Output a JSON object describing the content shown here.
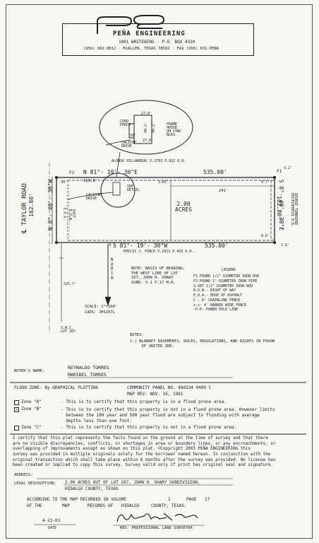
{
  "header": {
    "company": "PEÑA ENGINEERING",
    "address": "1001 WHITEWING · P.O. BOX 4320",
    "contact": "(956) 682-8812 · McALLEN, TEXAS 78502 · FAX (956) 631-PENA"
  },
  "detail": {
    "cvrd_porch": "CVRD\nPORCH",
    "frame_house": "FRAME\nHOUSE\nON CONC\nBLKS.",
    "caliche_drive": "CALICHE\nDRIVE",
    "dim_top": "27.8'",
    "dim_bottom": "27.8'",
    "dim_left": "40.2'",
    "dim_right": "40.2'",
    "dim_porch": "18'"
  },
  "plat": {
    "north_adjoiner": "ALONSO VILLARREAL V.1763 P.912 O.R.",
    "north_bearing": "N 81°- 19'- 30\"E",
    "north_distance": "535.00'",
    "south_bearing": "S 81°- 19'- 30\"W",
    "south_distance": "535.00'",
    "south_adjoiner": "PHYLIS J. FINCH V.2911 P.433 O.R.",
    "west_road": "℄ TAYLOR ROAD",
    "west_distance": "162.80'",
    "west_bearing": "N 8°- 40'- 30\"W",
    "east_bearing": "S 8°- 40'- 30\"E",
    "east_distance": "162.80'",
    "east_adjoiner": "GEORGE TOWNSEND\nDOC#1080521 O.R.",
    "area": "2.00\nACRES",
    "dim_241": "241'",
    "dim_118": "118.8'",
    "dim_30": "30'",
    "f2": "F2",
    "f1": "F1",
    "s_mark": "S",
    "see_detail": "SEE\nDETAIL",
    "caliche_drive": "CALICHE\nDRIVE",
    "eoa": "E.O.A.",
    "row": "EAST\nR.O.W.",
    "dim_385": "3.85'",
    "dim_07": "0.7'",
    "dim_32": "3.2'",
    "dim_06": "0.6'",
    "dim_16": "1.6'",
    "dim_3257": "325.7'",
    "swc": "S.W.C.\nLOT 207",
    "north": "N\nO\nR\nT\nH",
    "scale": "SCALE: 1\"=100'",
    "cads": "CADS: JHS207L"
  },
  "basis_note": "NOTE: BASIS OF BEARING,\nTHE WEST LINE OF LOT\n207, JOHN H. SHARY\nSUBD. V.1 P.17 M.R.",
  "legend": {
    "title": "LEGEND",
    "items": [
      "F1-FOUND 1/2\" DIAMETER IRON ROD",
      "F2-FOUND 1\" DIAMETER IRON PIPE",
      "S-SET 1/2\" DIAMETER IRON ROD",
      "R.O.W.- RIGHT OF WAY",
      "E.O.A.- EDGE OF ASPHALT",
      "C - 6' CHAINLINK FENCE",
      "x-x- 4' BARBED WIRE FENCE",
      "-P-P- POWER POLE LINE"
    ]
  },
  "notes": {
    "title": "NOTES:",
    "items": [
      "1.) BLANKET EASEMENTS, RULES, REGULATIONS, AND RIGHTS IN FAVOR\n     OF UNITED IRR."
    ]
  },
  "buyer": {
    "label": "BUYER'S NAME:",
    "name1": "REYNALDO TORRES",
    "name2": "MARIBEL TORRES"
  },
  "flood": {
    "label": "FLOOD ZONE: By GRAPHICAL PLOTTING",
    "panel": "COMMUNITY PANEL NO. 480334 0400 C",
    "map_rev": "MAP REV: NOV. 16, 1981",
    "zones": [
      {
        "label": "Zone \"A\"",
        "checked": "",
        "text": "- This is to certify that this property is in a flood prone area."
      },
      {
        "label": "Zone \"B\"",
        "checked": "✕",
        "text": "- This is to certify that this property is not in a flood prone area. However limits\n  between the 100 year and 500 year flood are subject to flooding with average\n  depths less than one foot."
      },
      {
        "label": "Zone \"C\"",
        "checked": "",
        "text": "- This is to certify that this property is not in a flood prone area."
      }
    ]
  },
  "certification": "I certify that this plat represents the facts found on the ground at the time of survey and that there\nare no visible discrepancies, conflicts, or shortages in area or boundary lines, or any encroachments, or\noverlapping of improvements except as shown on this plat. ©Copyright 2003 PEÑA ENGINEERING this\nsurvey was provided in multiple originals solely for the borrower named hereon. In conjunction with the\noriginal transaction which shall take place within 6 months after the survey was provided. No license has\nbeen created or implied to copy this survey. Survey valid only if print has original seal and signature.",
  "address_label": "ADDRESS:",
  "legal": {
    "label": "LEGAL DESCRIPTION:",
    "line1": "2.00 ACRES OUT OF LOT 207, JOHN H. SHARY SUBDIVISION,",
    "line2": "HIDALGO COUNTY, TEXAS"
  },
  "map_record": {
    "pre": "ACCORDING TO THE MAP RECORDED IN VOLUME",
    "volume": "1",
    "page_label": "PAGE",
    "page": "17",
    "of_the": "OF THE",
    "map": "MAP",
    "records_of": "RECORDS OF",
    "county": "HIDALGO",
    "post": "COUNTY, TEXAS."
  },
  "date": {
    "value": "4-23-03",
    "label": "DATE"
  },
  "surveyor": {
    "label": "REG. PROFESSIONAL LAND SURVEYOR"
  }
}
